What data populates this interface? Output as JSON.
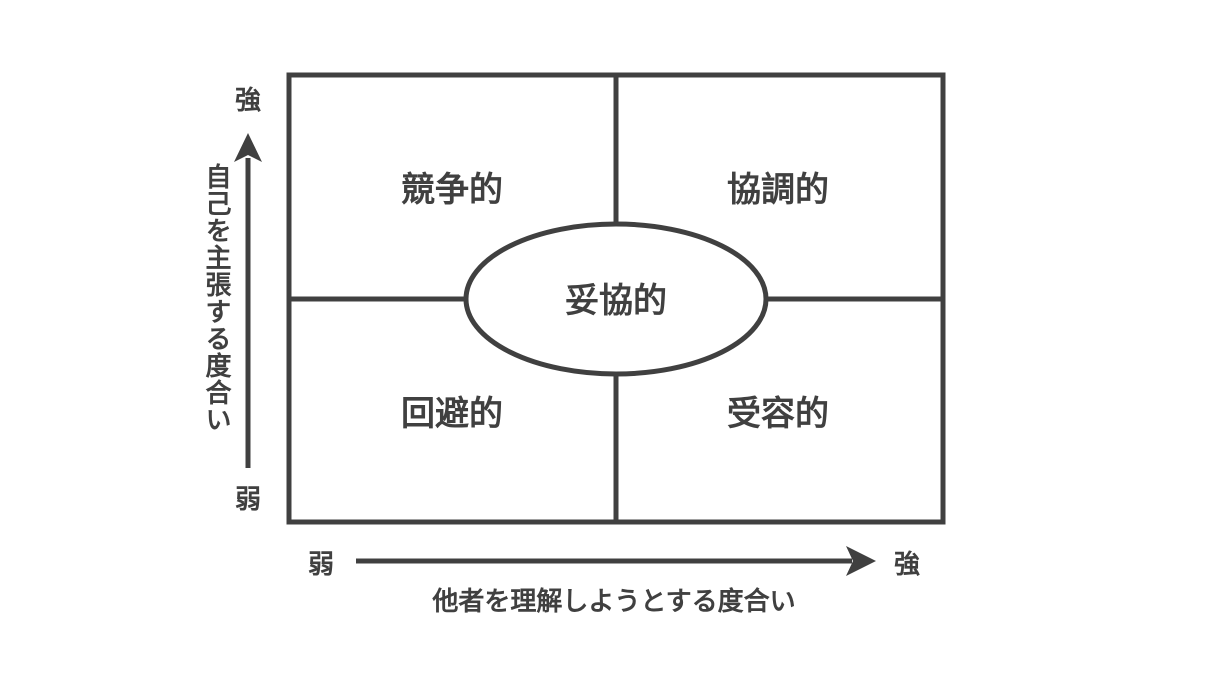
{
  "diagram": {
    "type": "quadrant-matrix",
    "stroke_color": "#404040",
    "background_color": "#ffffff",
    "quadrants": {
      "top_left": "競争的",
      "top_right": "協調的",
      "bottom_left": "回避的",
      "bottom_right": "受容的"
    },
    "center": "妥協的",
    "y_axis": {
      "title": "自己を主張する度合い",
      "high": "強",
      "low": "弱"
    },
    "x_axis": {
      "title": "他者を理解しようとする度合い",
      "low": "弱",
      "high": "強"
    }
  }
}
